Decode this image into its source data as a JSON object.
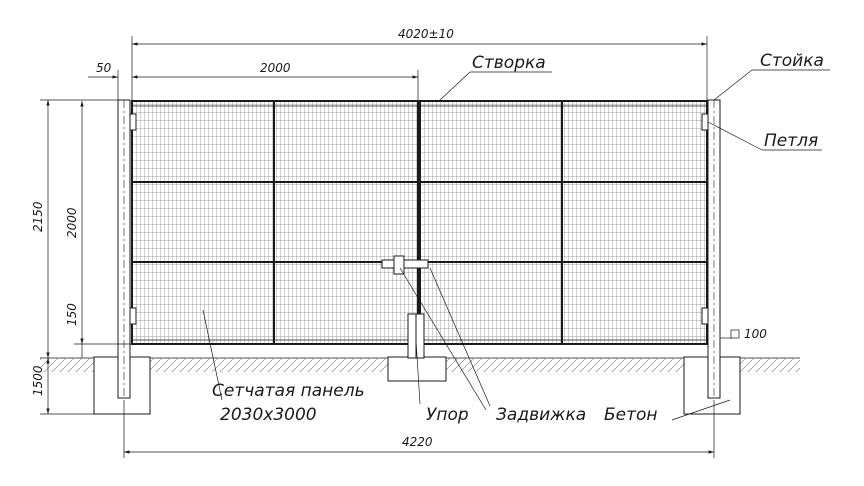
{
  "dimensions": {
    "overall_width": "4020±10",
    "leaf_width": "2000",
    "post_offset": "50",
    "total_height": "2150",
    "panel_height": "2000",
    "ground_gap": "150",
    "foundation_depth": "1500",
    "post_section": "100",
    "total_length": "4220"
  },
  "callouts": {
    "leaf": "Створка",
    "post": "Стойка",
    "hinge": "Петля",
    "mesh_panel_line1": "Сетчатая панель",
    "mesh_panel_line2": "2030х3000",
    "stop": "Упор",
    "latch": "Задвижка",
    "concrete": "Бетон"
  }
}
